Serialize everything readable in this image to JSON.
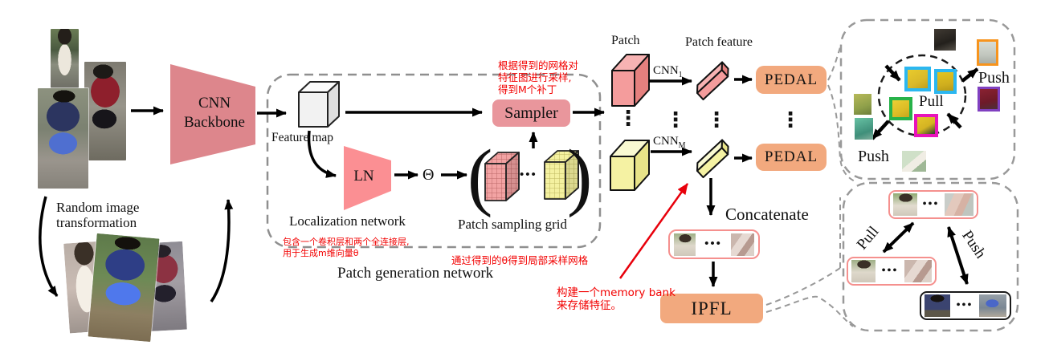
{
  "colors": {
    "backbone_fill": "#dd868c",
    "ln_fill": "#fb8f93",
    "sampler_fill": "#e9969c",
    "pedal_fill": "#f2a97e",
    "patch_pink": "#f2a3a3",
    "patch_yellow": "#f4f1a0",
    "annotation_red": "#f20000",
    "dashed_gray": "#999999",
    "border_cyan": "#2bb7f0",
    "border_green": "#27b24a",
    "border_magenta": "#e813ba",
    "border_orange": "#f7941d",
    "border_purple": "#8040c0",
    "strip_pink": "#f5908e"
  },
  "input": {
    "transform_label": "Random image transformation"
  },
  "backbone": {
    "label": "CNN Backbone"
  },
  "pgn": {
    "feature_map": "Feature map",
    "ln": "LN",
    "theta": "Θ",
    "sampler": "Sampler",
    "localization": "Localization network",
    "sampling_grid": "Patch sampling grid",
    "title": "Patch generation network",
    "grid_dots": "•••",
    "bracket_left": "(",
    "bracket_right": ")"
  },
  "patch_stage": {
    "patch": "Patch",
    "patch_feature": "Patch feature",
    "cnn": "CNN",
    "cnn1_sub": "1",
    "cnnM_sub": "M",
    "pedal": "PEDAL",
    "vdots": "⋮",
    "concatenate": "Concatenate",
    "concat_dots": "•••",
    "ipfl": "IPFL"
  },
  "annotations": {
    "sampler_note": [
      "根据得到的网格对",
      "特征图进行采样,",
      "得到M个补丁"
    ],
    "ln_note": [
      "包含一个卷积层和两个全连接层,",
      "用于生成m维向量θ"
    ],
    "grid_note": "通过得到的θ得到局部采样网格",
    "memory_note": [
      "构建一个memory bank",
      "来存储特征。"
    ]
  },
  "pedal_view": {
    "pull": "Pull",
    "push_right": "Push",
    "push_bottom": "Push"
  },
  "ipfl_view": {
    "pull": "Pull",
    "push": "Push",
    "dots": "•••"
  }
}
